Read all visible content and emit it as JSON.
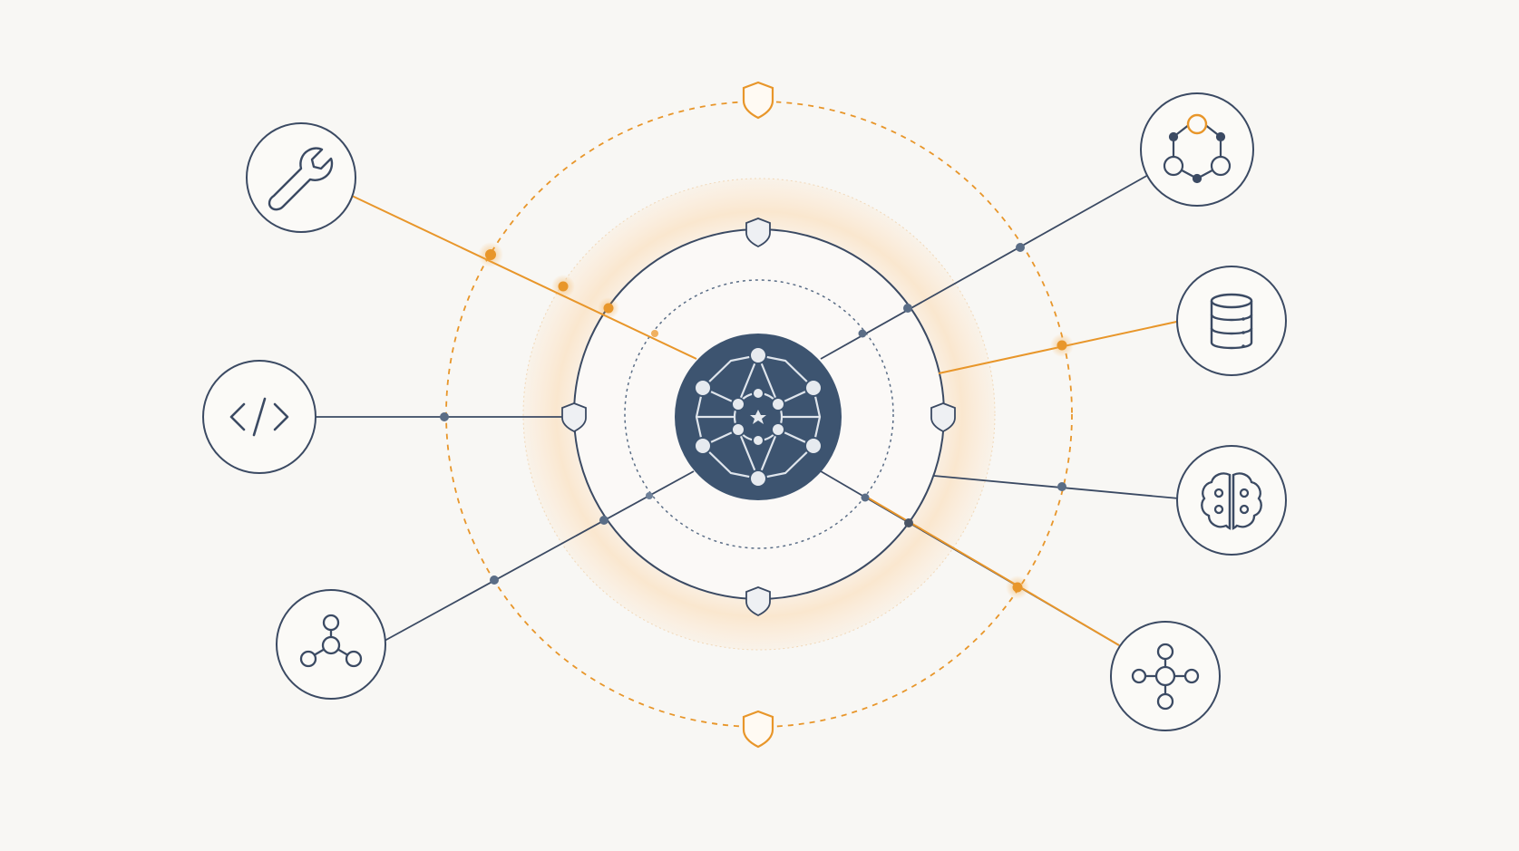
{
  "diagram": {
    "hub": {
      "icon": "network-sphere-icon"
    },
    "nodes": [
      {
        "id": "wrench",
        "icon": "wrench-icon",
        "connector": "accent"
      },
      {
        "id": "code",
        "icon": "code-brackets-icon",
        "connector": "primary"
      },
      {
        "id": "hierarchy-left",
        "icon": "hierarchy-nodes-icon",
        "connector": "primary"
      },
      {
        "id": "graph",
        "icon": "graph-network-icon",
        "connector": "primary"
      },
      {
        "id": "database",
        "icon": "database-icon",
        "connector": "accent"
      },
      {
        "id": "brain",
        "icon": "brain-icon",
        "connector": "primary"
      },
      {
        "id": "hub-nodes",
        "icon": "hub-nodes-icon",
        "connector": "accent"
      }
    ],
    "rings": [
      {
        "id": "outer-security-perimeter",
        "style": "dashed-accent",
        "shields": 2
      },
      {
        "id": "middle-security-ring",
        "style": "solid-primary",
        "shields": 4
      },
      {
        "id": "inner-ring",
        "style": "dotted-primary",
        "shields": 0
      }
    ],
    "security_icon": "shield-icon"
  },
  "colors": {
    "background": "#f8f7f4",
    "primary": "#3b4a63",
    "hub_fill": "#3d5470",
    "accent": "#e8962a",
    "halo": "#fbe9d4",
    "node_fill": "#fbfaf7",
    "shield_fill": "#eef0f3"
  }
}
